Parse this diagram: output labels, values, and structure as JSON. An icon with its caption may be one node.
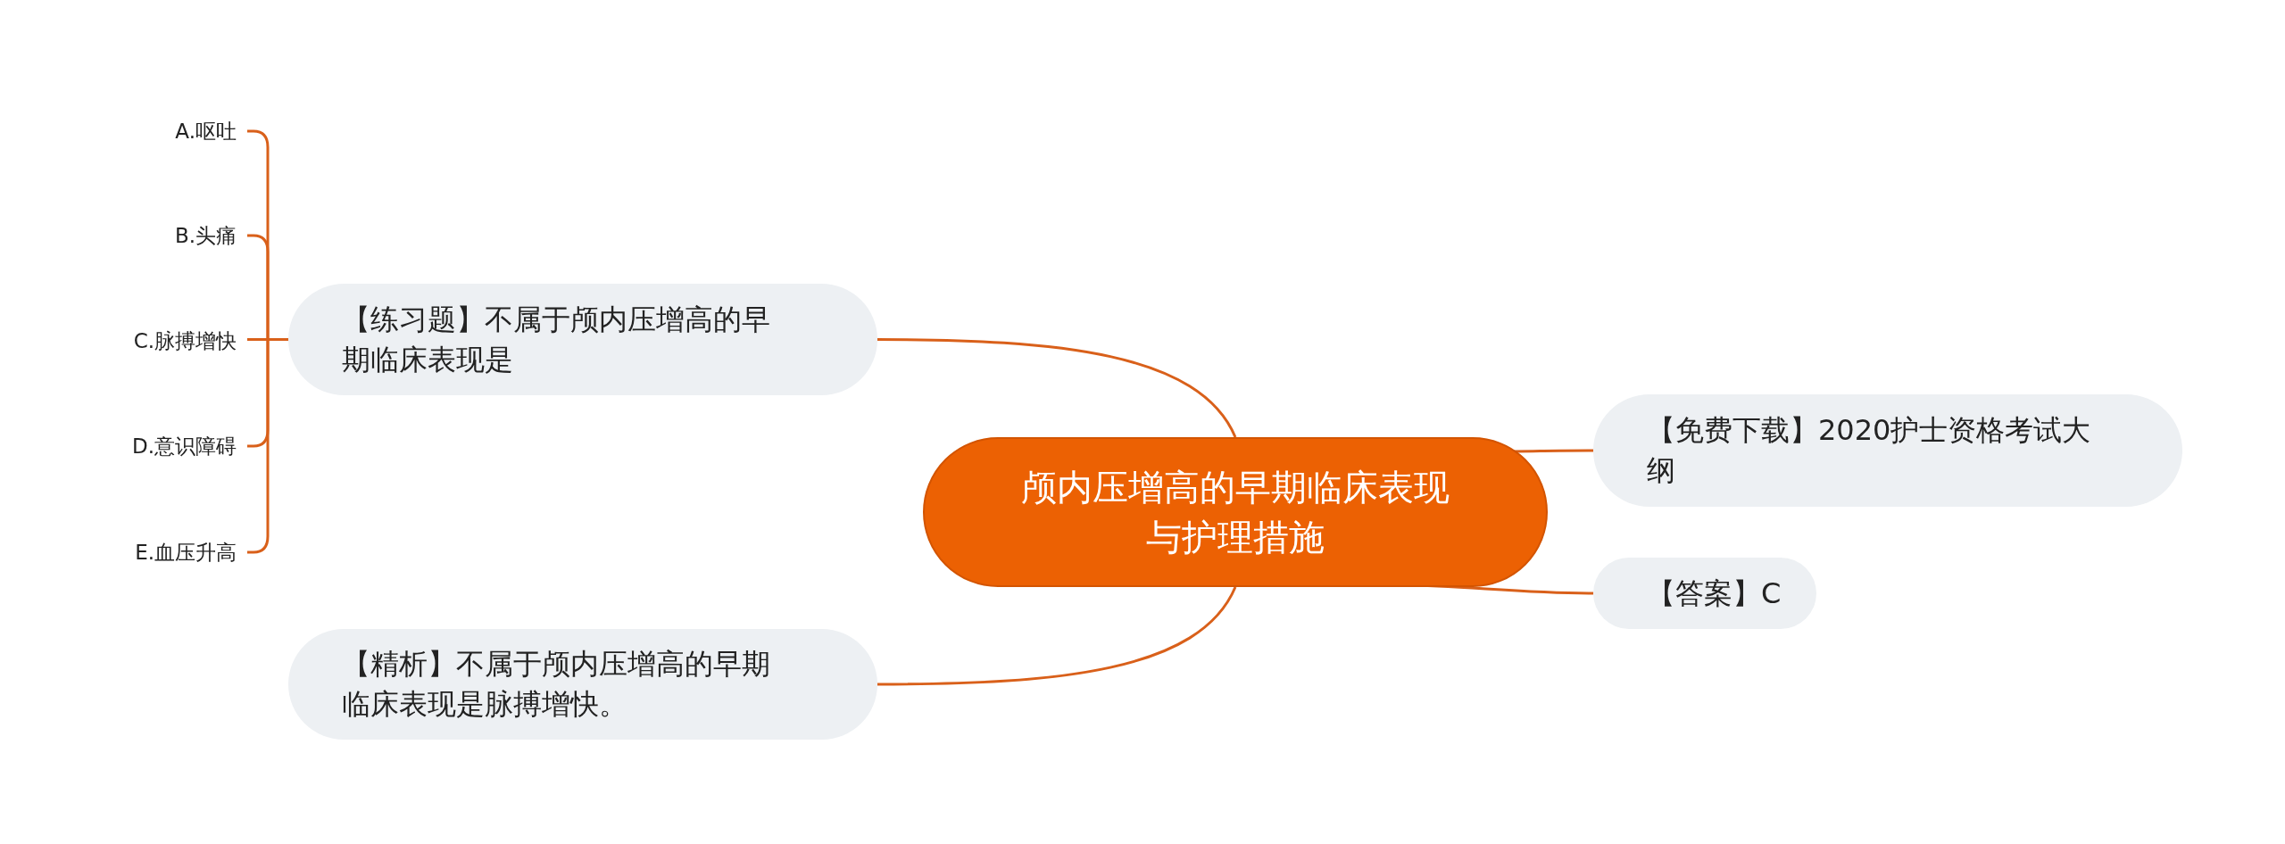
{
  "diagram": {
    "nodes": [
      {
        "text": [
          "颅内压增高的早期临床表现与护理措施"
        ]
      },
      {
        "text": [
          "【练习题】不属于颅内压增高的早期临床表现是"
        ]
      },
      {
        "text": [
          "A.呕吐"
        ]
      },
      {
        "text": [
          "B.头痛"
        ]
      },
      {
        "text": [
          "C.脉搏增快"
        ]
      },
      {
        "text": [
          "D.意识障碍"
        ]
      },
      {
        "text": [
          "E.血压升高"
        ]
      },
      {
        "text": [
          "【精析】不属于颅内压增高的早期临床表现是脉搏增快。"
        ]
      },
      {
        "text": [
          "【免费下载】2020护士资格考试大纲"
        ]
      },
      {
        "text": [
          "【答案】C"
        ]
      }
    ],
    "edges": [
      {
        "from": 0,
        "to": 1,
        "arrow": "none"
      },
      {
        "from": 1,
        "to": 2,
        "arrow": "none"
      },
      {
        "from": 1,
        "to": 3,
        "arrow": "none"
      },
      {
        "from": 1,
        "to": 4,
        "arrow": "none"
      },
      {
        "from": 1,
        "to": 5,
        "arrow": "none"
      },
      {
        "from": 1,
        "to": 6,
        "arrow": "none"
      },
      {
        "from": 0,
        "to": 7,
        "arrow": "none"
      },
      {
        "from": 0,
        "to": 8,
        "arrow": "none"
      },
      {
        "from": 0,
        "to": 9,
        "arrow": "none"
      }
    ]
  }
}
